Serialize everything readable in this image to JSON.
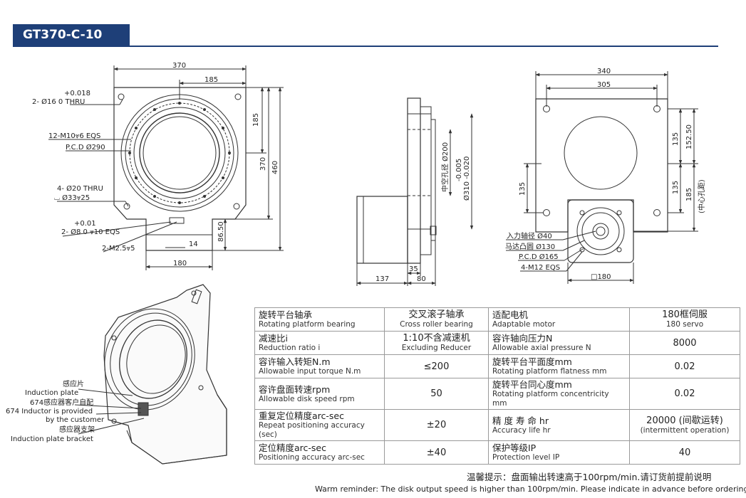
{
  "header": {
    "model": "GT370-C-10"
  },
  "front_view": {
    "dim_370": "370",
    "dim_185": "185",
    "dim_185_v": "185",
    "dim_370_v": "370",
    "dim_460": "460",
    "dim_14": "14",
    "dim_180": "180",
    "dim_86_50": "86.50",
    "callouts": [
      {
        "id": "holes-16",
        "lines": [
          "+0.018",
          "2- Ø16   0       THRU"
        ]
      },
      {
        "id": "m10",
        "lines": [
          "12-M10⩔6 EQS"
        ]
      },
      {
        "id": "pcd290",
        "lines": [
          "P.C.D Ø290"
        ]
      },
      {
        "id": "holes-20",
        "lines": [
          "4- Ø20 THRU",
          "⌴ Ø33⩔25"
        ]
      },
      {
        "id": "holes-8",
        "lines": [
          "+0.01",
          "2- Ø8   0     ⩔10 EQS"
        ]
      },
      {
        "id": "m25",
        "lines": [
          "2-M2.5⩔5"
        ]
      }
    ]
  },
  "side_view": {
    "hole_label": "中空孔径 Ø200",
    "tol_label": "-0.005",
    "tol_label2": "Ø310 -0.020",
    "dim_137": "137",
    "dim_80": "80",
    "dim_35": "35"
  },
  "right_view": {
    "dim_340": "340",
    "dim_305": "305",
    "dim_135_a": "135",
    "dim_152_50": "152.50",
    "dim_135_b": "135",
    "dim_185": "185",
    "center_hole": "(中心孔距)",
    "dim_135_left": "135",
    "dim_180": "□180",
    "callouts": [
      {
        "id": "shaft",
        "text": "入力轴径 Ø40"
      },
      {
        "id": "boss",
        "text": "马达凸圆 Ø130"
      },
      {
        "id": "pcd165",
        "text": "P.C.D Ø165"
      },
      {
        "id": "m12",
        "text": "4-M12 EQS"
      }
    ]
  },
  "iso_view": {
    "labels": [
      {
        "id": "plate-zh",
        "text": "感应片"
      },
      {
        "id": "plate-en",
        "text": "Induction plate"
      },
      {
        "id": "inductor-zh",
        "text": "674感应器客户自配"
      },
      {
        "id": "inductor-en1",
        "text": "674 Inductor is provided"
      },
      {
        "id": "inductor-en2",
        "text": "by the customer"
      },
      {
        "id": "bracket-zh",
        "text": "感应器支架"
      },
      {
        "id": "bracket-en",
        "text": "Induction plate bracket"
      }
    ]
  },
  "specs": [
    [
      {
        "zh": "旋转平台轴承",
        "en": "Rotating platform bearing"
      },
      {
        "zh": "交叉滚子轴承",
        "en": "Cross roller bearing"
      },
      {
        "zh": "适配电机",
        "en": "Adaptable motor"
      },
      {
        "zh": "180框伺服",
        "en": "180 servo"
      }
    ],
    [
      {
        "zh": "减速比i",
        "en": "Reduction ratio i"
      },
      {
        "zh": "1:10不含减速机",
        "en": "Excluding Reducer"
      },
      {
        "zh": "容许轴向压力N",
        "en": "Allowable axial pressure N"
      },
      {
        "zh": "8000",
        "en": ""
      }
    ],
    [
      {
        "zh": "容许输入转矩N.m",
        "en": "Allowable input torque N.m"
      },
      {
        "zh": "≤200",
        "en": ""
      },
      {
        "zh": "旋转平台平面度mm",
        "en": "Rotating platform flatness mm"
      },
      {
        "zh": "0.02",
        "en": ""
      }
    ],
    [
      {
        "zh": "容许盘面转速rpm",
        "en": "Allowable disk speed rpm"
      },
      {
        "zh": "50",
        "en": ""
      },
      {
        "zh": "旋转平台同心度mm",
        "en": "Rotating platform concentricity mm"
      },
      {
        "zh": "0.02",
        "en": ""
      }
    ],
    [
      {
        "zh": "重复定位精度arc-sec",
        "en": "Repeat positioning accuracy (sec)"
      },
      {
        "zh": "±20",
        "en": ""
      },
      {
        "zh": "精 度 寿 命 hr",
        "en": "Accuracy life hr"
      },
      {
        "zh": "20000 (间歇运转)",
        "en": "(intermittent operation)"
      }
    ],
    [
      {
        "zh": "定位精度arc-sec",
        "en": "Positioning accuracy arc-sec"
      },
      {
        "zh": "±40",
        "en": ""
      },
      {
        "zh": "保护等级IP",
        "en": "Protection level IP"
      },
      {
        "zh": "40",
        "en": ""
      }
    ]
  ],
  "note": {
    "zh": "温馨提示：盘面输出转速高于100rpm/min.请订货前提前说明",
    "en": "Warm reminder: The disk output speed is higher than 100rpm/min. Please indicate in advance before ordering."
  },
  "colors": {
    "header_bg": "#1e3f78",
    "line": "#333333",
    "table_border": "#9a9a9a"
  }
}
